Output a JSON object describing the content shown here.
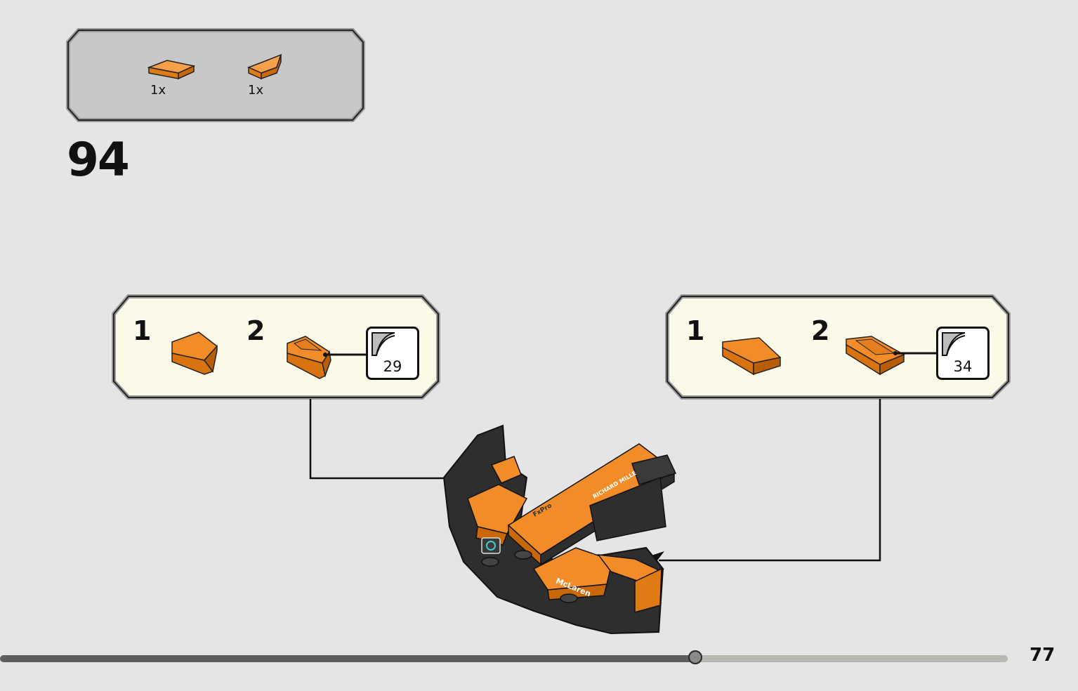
{
  "step": {
    "number": "94"
  },
  "parts_list": {
    "items": [
      {
        "icon": "orange-wedge-tile-icon",
        "quantity": "1x"
      },
      {
        "icon": "orange-wedge-tile-icon",
        "quantity": "1x"
      }
    ]
  },
  "sub_steps": [
    {
      "steps": [
        {
          "number": "1"
        },
        {
          "number": "2"
        }
      ],
      "sticker": {
        "number": "29"
      }
    },
    {
      "steps": [
        {
          "number": "1"
        },
        {
          "number": "2"
        }
      ],
      "sticker": {
        "number": "34"
      }
    }
  ],
  "model": {
    "sticker_texts": [
      "McLaren",
      "RICHARD MILLE",
      "FxPro"
    ]
  },
  "progress": {
    "fraction": 0.69
  },
  "page": {
    "number": "77"
  },
  "colors": {
    "background": "#e5e5e5",
    "parts_box": "#c8c8c8",
    "sub_box": "#fbf9e8",
    "brick_orange": "#f28c28",
    "model_dark": "#2e2e2e"
  }
}
